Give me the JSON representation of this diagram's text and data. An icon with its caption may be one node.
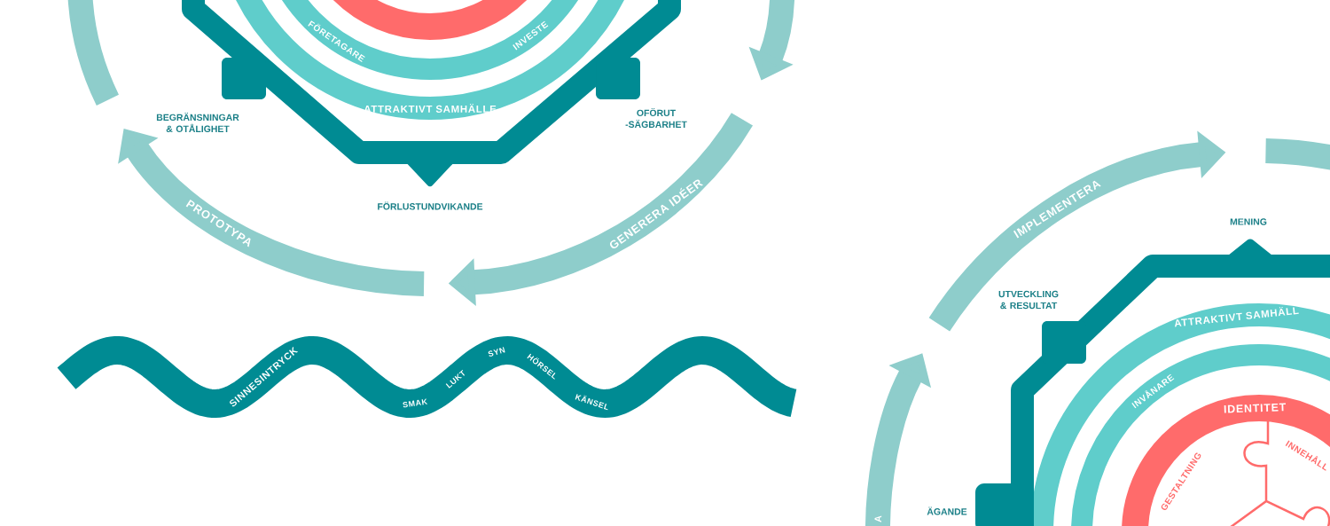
{
  "diagram": {
    "labels": [
      "FÖRETAGARE",
      "INVESTE",
      "ATTRAKTIVT SAMHÄLLE",
      "BEGRÄNSNINGAR & OTÅLIGHET",
      "OFÖRUT -SÄGBARHET",
      "PROTOTYPA",
      "FÖRLUSTUNDVIKANDE",
      "GENERERA IDÉER",
      "IMPLEMENTERA",
      "MENING",
      "UTVECKLING & RESULTAT",
      "ATTRAKTIVT SAMHÄLL",
      "SINNESINTRYCK",
      "SMAK",
      "LUKT",
      "SYN",
      "HÖRSEL",
      "KÄNSEL",
      "INVÅNARE",
      "IDENTITET",
      "GESTALTNING",
      "INNEHÅLL",
      "ÄGANDE",
      "A"
    ]
  }
}
